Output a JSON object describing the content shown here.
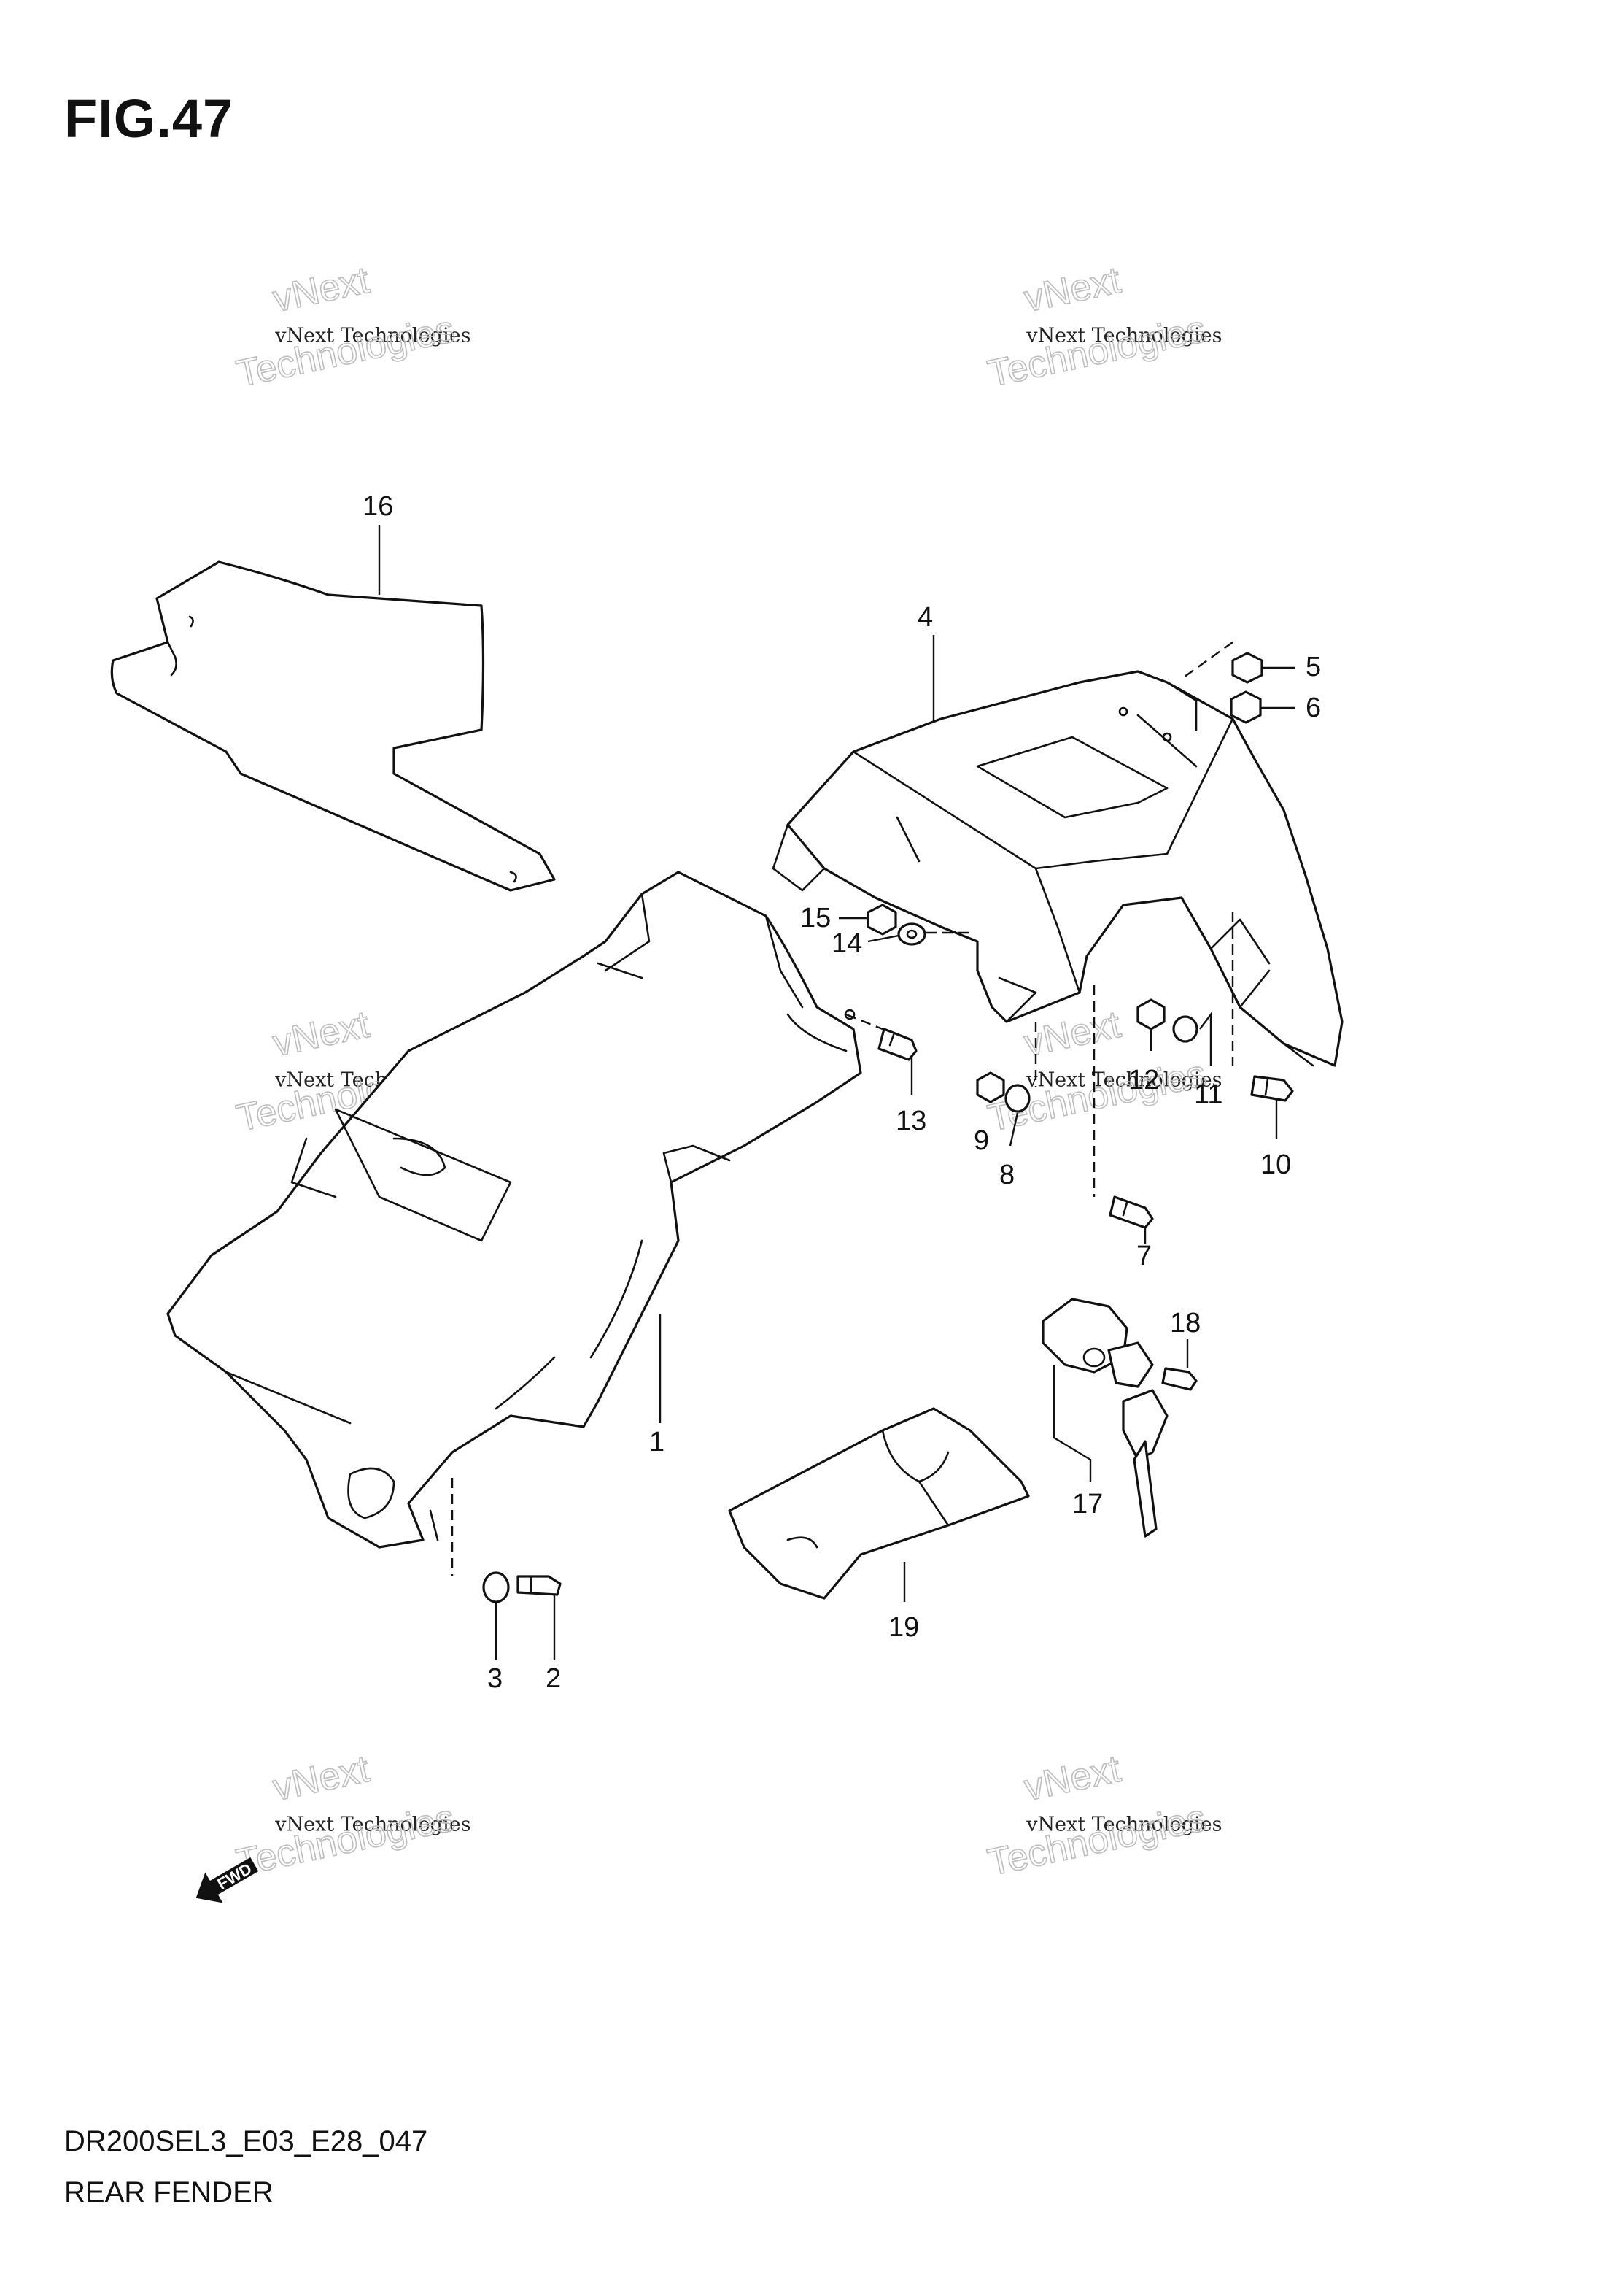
{
  "figure": {
    "title": "FIG.47",
    "model_code": "DR200SEL3_E03_E28_047",
    "section_name": "REAR FENDER"
  },
  "watermark": {
    "line1": "vNext",
    "line2": "vNext Technologies",
    "line3": "Technologies"
  },
  "fwd_label": "FWD",
  "callouts": [
    "1",
    "2",
    "3",
    "4",
    "5",
    "6",
    "7",
    "8",
    "9",
    "10",
    "11",
    "12",
    "13",
    "14",
    "15",
    "16",
    "17",
    "18",
    "19"
  ],
  "colors": {
    "ink": "#111111",
    "watermark": "#bdbdbd",
    "background": "#ffffff"
  }
}
